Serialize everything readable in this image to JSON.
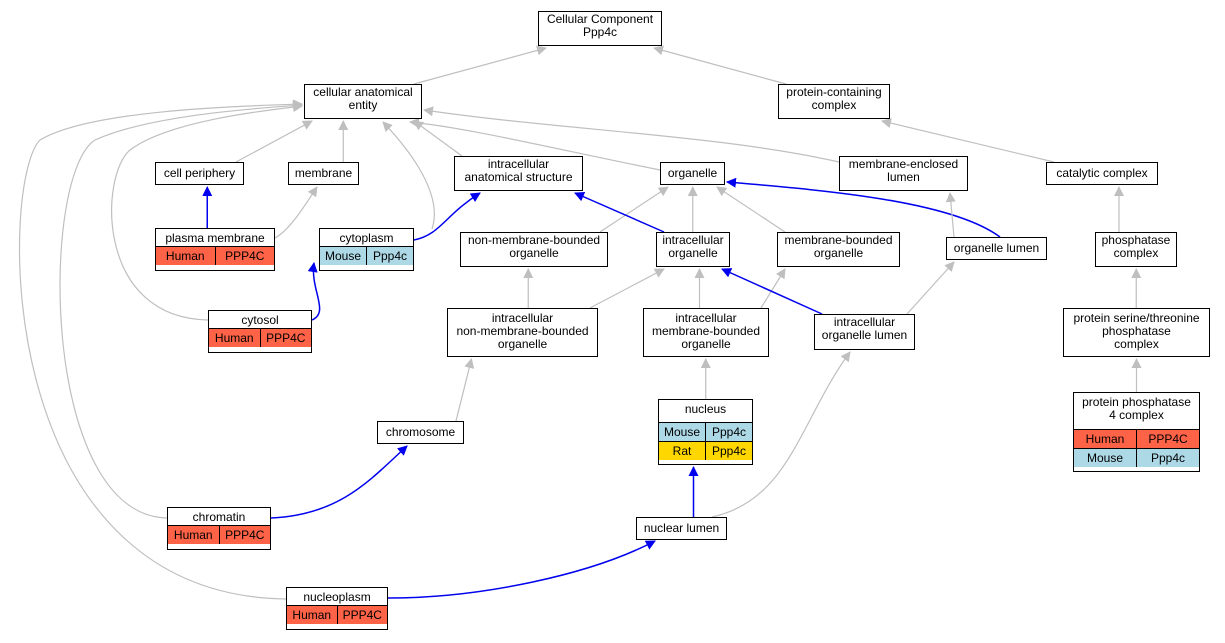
{
  "colors": {
    "human": "#FF6347",
    "mouse": "#ADD8E6",
    "rat": "#FFD700",
    "is_a_edge": "#BFBFBF",
    "part_of_edge": "#0000EE"
  },
  "nodes": {
    "root": {
      "label": "Cellular Component\nPpp4c"
    },
    "cae": {
      "label": "cellular anatomical\nentity"
    },
    "pcc": {
      "label": "protein-containing\ncomplex"
    },
    "cellper": {
      "label": "cell periphery"
    },
    "membrane": {
      "label": "membrane"
    },
    "ias": {
      "label": "intracellular\nanatomical structure"
    },
    "organelle": {
      "label": "organelle"
    },
    "mel": {
      "label": "membrane-enclosed\nlumen"
    },
    "catcomp": {
      "label": "catalytic complex"
    },
    "pm": {
      "label": "plasma membrane",
      "rows": [
        [
          "Human",
          "PPP4C"
        ]
      ]
    },
    "cytoplasm": {
      "label": "cytoplasm",
      "rows": [
        [
          "Mouse",
          "Ppp4c"
        ]
      ]
    },
    "nmbo": {
      "label": "non-membrane-bounded\norganelle"
    },
    "io": {
      "label": "intracellular\norganelle"
    },
    "mbo": {
      "label": "membrane-bounded\norganelle"
    },
    "ol": {
      "label": "organelle lumen"
    },
    "phoscomp": {
      "label": "phosphatase\ncomplex"
    },
    "cytosol": {
      "label": "cytosol",
      "rows": [
        [
          "Human",
          "PPP4C"
        ]
      ]
    },
    "inmbo": {
      "label": "intracellular\nnon-membrane-bounded\norganelle"
    },
    "imbo": {
      "label": "intracellular\nmembrane-bounded\norganelle"
    },
    "iol": {
      "label": "intracellular\norganelle lumen"
    },
    "pstpc": {
      "label": "protein serine/threonine\nphosphatase\ncomplex"
    },
    "chromosome": {
      "label": "chromosome"
    },
    "nucleus": {
      "label": "nucleus",
      "rows": [
        [
          "Mouse",
          "Ppp4c"
        ],
        [
          "Rat",
          "Ppp4c"
        ]
      ]
    },
    "pp4c": {
      "label": "protein phosphatase\n4 complex",
      "rows": [
        [
          "Human",
          "PPP4C"
        ],
        [
          "Mouse",
          "Ppp4c"
        ]
      ]
    },
    "chromatin": {
      "label": "chromatin",
      "rows": [
        [
          "Human",
          "PPP4C"
        ]
      ]
    },
    "nuclumen": {
      "label": "nuclear lumen"
    },
    "nucleoplasm": {
      "label": "nucleoplasm",
      "rows": [
        [
          "Human",
          "PPP4C"
        ]
      ]
    }
  },
  "edges": [
    {
      "from": "cae",
      "to": "root",
      "type": "is_a"
    },
    {
      "from": "pcc",
      "to": "root",
      "type": "is_a"
    },
    {
      "from": "cellper",
      "to": "cae",
      "type": "is_a"
    },
    {
      "from": "membrane",
      "to": "cae",
      "type": "is_a"
    },
    {
      "from": "ias",
      "to": "cae",
      "type": "is_a"
    },
    {
      "from": "organelle",
      "to": "cae",
      "type": "is_a"
    },
    {
      "from": "mel",
      "to": "cae",
      "type": "is_a"
    },
    {
      "from": "catcomp",
      "to": "pcc",
      "type": "is_a"
    },
    {
      "from": "pm",
      "to": "cellper",
      "type": "part_of"
    },
    {
      "from": "pm",
      "to": "membrane",
      "type": "is_a"
    },
    {
      "from": "cytoplasm",
      "to": "cae",
      "type": "is_a"
    },
    {
      "from": "cytoplasm",
      "to": "ias",
      "type": "part_of"
    },
    {
      "from": "nmbo",
      "to": "organelle",
      "type": "is_a"
    },
    {
      "from": "io",
      "to": "organelle",
      "type": "is_a"
    },
    {
      "from": "io",
      "to": "ias",
      "type": "part_of"
    },
    {
      "from": "mbo",
      "to": "organelle",
      "type": "is_a"
    },
    {
      "from": "ol",
      "to": "organelle",
      "type": "part_of"
    },
    {
      "from": "ol",
      "to": "mel",
      "type": "is_a"
    },
    {
      "from": "phoscomp",
      "to": "catcomp",
      "type": "is_a"
    },
    {
      "from": "cytosol",
      "to": "cae",
      "type": "is_a"
    },
    {
      "from": "cytosol",
      "to": "cytoplasm",
      "type": "part_of"
    },
    {
      "from": "inmbo",
      "to": "nmbo",
      "type": "is_a"
    },
    {
      "from": "inmbo",
      "to": "io",
      "type": "is_a"
    },
    {
      "from": "imbo",
      "to": "io",
      "type": "is_a"
    },
    {
      "from": "imbo",
      "to": "mbo",
      "type": "is_a"
    },
    {
      "from": "iol",
      "to": "io",
      "type": "part_of"
    },
    {
      "from": "iol",
      "to": "ol",
      "type": "is_a"
    },
    {
      "from": "pstpc",
      "to": "phoscomp",
      "type": "is_a"
    },
    {
      "from": "chromosome",
      "to": "inmbo",
      "type": "is_a"
    },
    {
      "from": "nucleus",
      "to": "imbo",
      "type": "is_a"
    },
    {
      "from": "pp4c",
      "to": "pstpc",
      "type": "is_a"
    },
    {
      "from": "chromatin",
      "to": "cae",
      "type": "is_a"
    },
    {
      "from": "chromatin",
      "to": "chromosome",
      "type": "part_of"
    },
    {
      "from": "nuclumen",
      "to": "nucleus",
      "type": "part_of"
    },
    {
      "from": "nuclumen",
      "to": "iol",
      "type": "is_a"
    },
    {
      "from": "nucleoplasm",
      "to": "cae",
      "type": "is_a"
    },
    {
      "from": "nucleoplasm",
      "to": "nuclumen",
      "type": "part_of"
    }
  ]
}
